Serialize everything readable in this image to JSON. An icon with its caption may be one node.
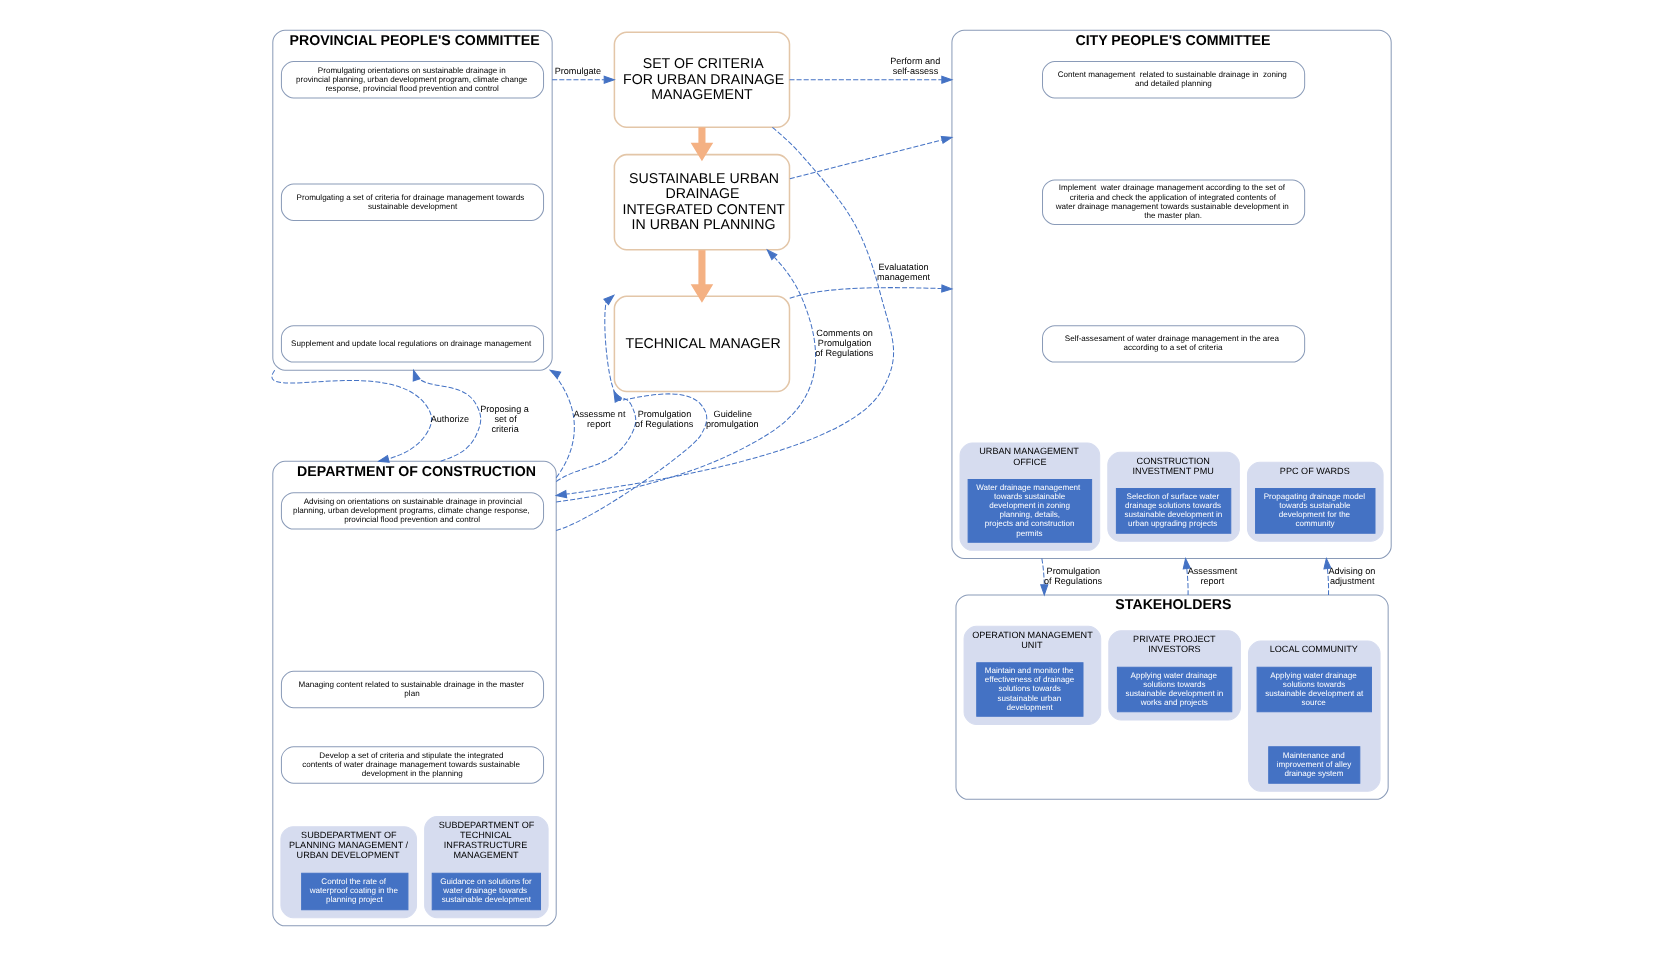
{
  "diagram": {
    "nodes": [
      {
        "text": [
          "PROVINCIAL PEOPLE'S COMMITTEE"
        ]
      },
      {
        "text": [
          "Promulgating orientations on sustainable drainage in provincial planning, urban development program, climate change response, provincial flood prevention and control"
        ],
        "in": 0
      },
      {
        "text": [
          "Promulgating a set of criteria for drainage management towards sustainable development"
        ],
        "in": 0
      },
      {
        "text": [
          "Supplement and update local regulations on drainage management"
        ],
        "in": 0
      },
      {
        "text": [
          "SET OF CRITERIA FOR URBAN DRAINAGE MANAGEMENT"
        ]
      },
      {
        "text": [
          "SUSTAINABLE URBAN DRAINAGE INTEGRATED CONTENT IN URBAN PLANNING"
        ]
      },
      {
        "text": [
          "TECHNICAL MANAGER"
        ]
      },
      {
        "text": [
          "DEPARTMENT OF CONSTRUCTION"
        ]
      },
      {
        "text": [
          "Advising on orientations on sustainable drainage in provincial planning, urban development programs, climate change response, provincial flood prevention and control"
        ],
        "in": 7
      },
      {
        "text": [
          "Managing content related to sustainable drainage in the master plan"
        ],
        "in": 7
      },
      {
        "text": [
          "Develop a set of criteria and stipulate the integrated contents of water drainage management towards sustainable development in the planning"
        ],
        "in": 7
      },
      {
        "text": [
          "SUBDEPARTMENT OF PLANNING MANAGEMENT / URBAN DEVELOPMENT"
        ],
        "in": 7
      },
      {
        "text": [
          "Control the rate of waterproof coating in the planning project"
        ],
        "in": 11
      },
      {
        "text": [
          "SUBDEPARTMENT OF TECHNICAL INFRASTRUCTURE MANAGEMENT"
        ],
        "in": 7
      },
      {
        "text": [
          "Guidance on solutions for water drainage towards sustainable development"
        ],
        "in": 13
      },
      {
        "text": [
          "CITY PEOPLE'S COMMITTEE"
        ]
      },
      {
        "text": [
          "Content management  related to sustainable drainage in  zoning and detailed planning"
        ],
        "in": 15
      },
      {
        "text": [
          "Implement  water drainage management according to the set of criteria and check the application of integrated contents of water drainage management towards sustainable development in the master plan."
        ],
        "in": 15
      },
      {
        "text": [
          "Self-assesament of water drainage management in the area according to a set of criteria"
        ],
        "in": 15
      },
      {
        "text": [
          "URBAN MANAGEMENT OFFICE"
        ],
        "in": 15
      },
      {
        "text": [
          "Water drainage management towards sustainable development in zoning planning, details, projects and construction permits"
        ],
        "in": 19
      },
      {
        "text": [
          "CONSTRUCTION INVESTMENT PMU"
        ],
        "in": 15
      },
      {
        "text": [
          "Selection of surface water drainage solutions towards sustainable development in urban upgrading projects"
        ],
        "in": 21
      },
      {
        "text": [
          "PPC OF WARDS"
        ],
        "in": 15
      },
      {
        "text": [
          "Propagating drainage model towards sustainable development for the community"
        ],
        "in": 23
      },
      {
        "text": [
          "STAKEHOLDERS"
        ]
      },
      {
        "text": [
          "OPERATION MANAGEMENT UNIT"
        ],
        "in": 25
      },
      {
        "text": [
          "Maintain and monitor the effectiveness of drainage solutions towards sustainable urban development"
        ],
        "in": 26
      },
      {
        "text": [
          "PRIVATE PROJECT INVESTORS"
        ],
        "in": 25
      },
      {
        "text": [
          "Applying water drainage solutions towards sustainable development in works and projects"
        ],
        "in": 28
      },
      {
        "text": [
          "LOCAL COMMUNITY"
        ],
        "in": 25
      },
      {
        "text": [
          "Applying water drainage solutions towards sustainable development at source"
        ],
        "in": 30
      },
      {
        "text": [
          "Maintenance and improvement of alley drainage system"
        ],
        "in": 30
      }
    ],
    "edges": [
      {
        "from": 0,
        "to": 4,
        "arrow": "to",
        "label": "Promulgate",
        "style": "dashed"
      },
      {
        "from": 4,
        "to": 7,
        "arrow": "to",
        "label": "Evaluatation management",
        "style": "dashed"
      },
      {
        "from": 7,
        "to": 5,
        "arrow": "to",
        "label": "Comments on Promulgation of Regulations",
        "style": "dashed"
      },
      {
        "from": 7,
        "to": 6,
        "arrow": "to",
        "label": "Promulgation of Regulations",
        "style": "dashed"
      },
      {
        "from": 7,
        "to": 6,
        "arrow": "to",
        "label": "Guideline promulgation",
        "style": "dashed"
      },
      {
        "from": 4,
        "to": 15,
        "arrow": "to",
        "label": "Perform and self-assess",
        "style": "dashed"
      },
      {
        "from": 5,
        "to": 15,
        "arrow": "to",
        "style": "dashed"
      },
      {
        "from": 6,
        "to": 15,
        "arrow": "to",
        "style": "dashed"
      },
      {
        "from": 0,
        "to": 7,
        "arrow": "to",
        "label": "Authorize",
        "style": "dashed"
      },
      {
        "from": 7,
        "to": 0,
        "arrow": "to",
        "label": "Proposing a set of criteria",
        "style": "dashed"
      },
      {
        "from": 7,
        "to": 0,
        "arrow": "to",
        "label": "Assessme nt report",
        "style": "dashed"
      },
      {
        "from": 15,
        "to": 25,
        "arrow": "to",
        "label": "Promulgation of Regulations",
        "style": "dashed"
      },
      {
        "from": 25,
        "to": 15,
        "arrow": "to",
        "label": "Assessment report",
        "style": "dashed"
      },
      {
        "from": 25,
        "to": 15,
        "arrow": "to",
        "label": "Advising on adjustment",
        "style": "dashed"
      },
      {
        "from": 4,
        "to": 5,
        "arrow": "to",
        "style": "thick",
        "color": "#f4b183"
      },
      {
        "from": 5,
        "to": 6,
        "arrow": "to",
        "style": "thick",
        "color": "#f4b183"
      }
    ]
  }
}
